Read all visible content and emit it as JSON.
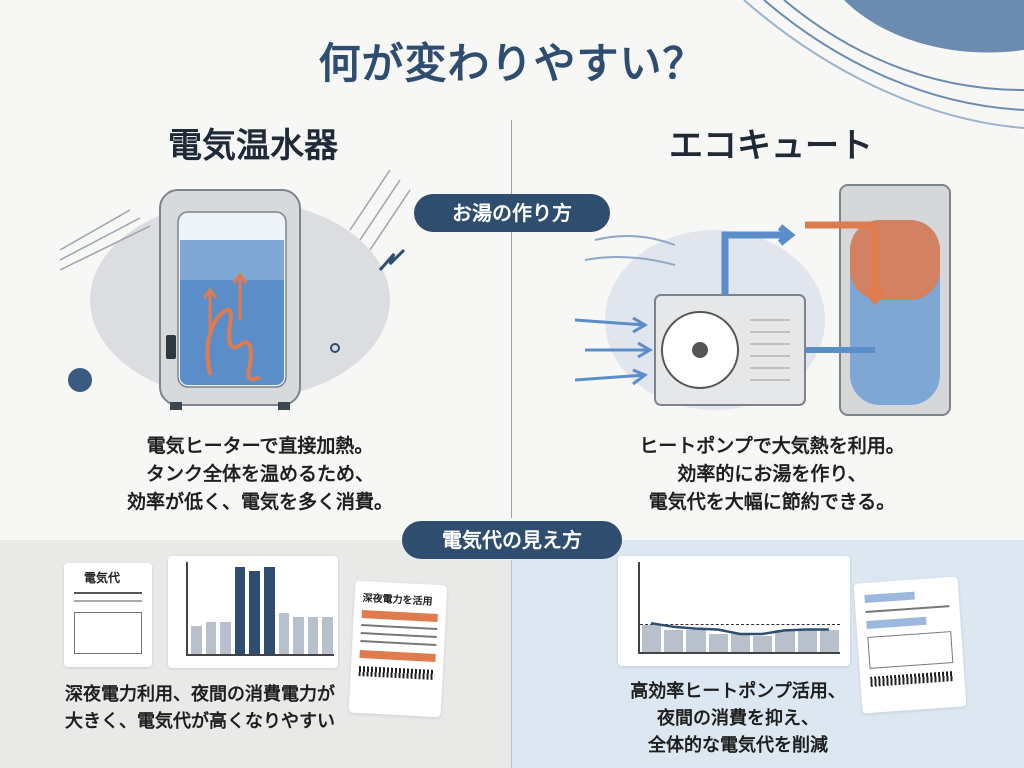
{
  "title": "何が変わりやすい？",
  "columns": {
    "left": {
      "title": "電気温水器",
      "description": [
        "電気ヒーターで直接加熱。",
        "タンク全体を温めるため、",
        "効率が低く、電気を多く消費。"
      ]
    },
    "right": {
      "title": "エコキュート",
      "description": [
        "ヒートポンプで大気熱を利用。",
        "効率的にお湯を作り、",
        "電気代を大幅に節約できる。"
      ]
    }
  },
  "sections": {
    "hot_water": "お湯の作り方",
    "bill": "電気代の見え方"
  },
  "bottom": {
    "left": {
      "bill_title": "電気代",
      "doc_title": "深夜電力を活用",
      "description": [
        "深夜電力利用、夜間の消費電力が",
        "大きく、電気代が高くなりやすい"
      ]
    },
    "right": {
      "description": [
        "高効率ヒートポンプ活用、",
        "夜間の消費を抑え、",
        "全体的な電気代を削減"
      ]
    }
  },
  "charts": {
    "left_bar_levels": [
      0.3,
      0.35,
      0.35,
      0.95,
      0.9,
      0.95,
      0.45,
      0.4,
      0.4,
      0.4
    ],
    "left_highlight": [
      false,
      false,
      false,
      true,
      true,
      true,
      false,
      false,
      false,
      false
    ],
    "right_bar_levels": [
      0.3,
      0.25,
      0.25,
      0.2,
      0.2,
      0.18,
      0.25,
      0.25,
      0.25
    ],
    "right_line_levels": [
      0.32,
      0.28,
      0.26,
      0.25,
      0.2,
      0.2,
      0.24,
      0.25,
      0.25
    ],
    "right_reference_level": 0.3
  },
  "colors": {
    "accent": "#2f4e6f",
    "bar_light": "#b8c0cc",
    "bar_dark": "#2f4e6f",
    "heat": "#e07b4e",
    "cool": "#5b8ec9"
  }
}
